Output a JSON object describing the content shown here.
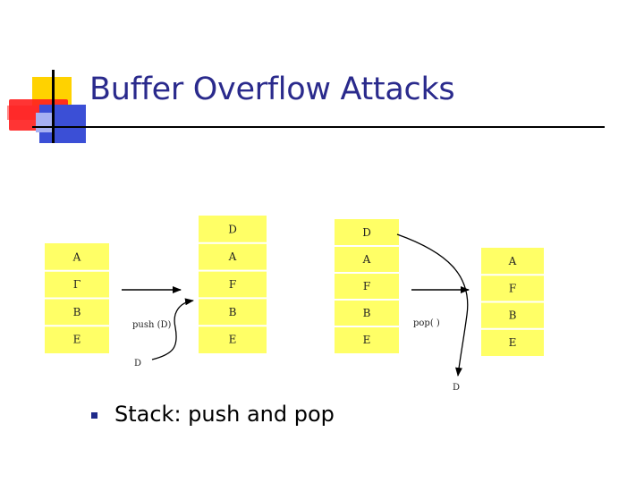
{
  "title": "Buffer Overflow Attacks",
  "stacks": {
    "initial": [
      "A",
      "Γ",
      "B",
      "E"
    ],
    "after_push": [
      "D",
      "A",
      "F",
      "B",
      "E"
    ],
    "before_pop": [
      "D",
      "A",
      "F",
      "B",
      "E"
    ],
    "after_pop": [
      "A",
      "F",
      "B",
      "E"
    ]
  },
  "operations": {
    "push_label": "push (D)",
    "pushed_item": "D",
    "pop_label": "pop( )",
    "popped_item": "D"
  },
  "bullet": "Stack: push and pop",
  "colors": {
    "title": "#2a2a8c",
    "cell_fill": "#ffff66",
    "bullet": "#1f2a8a"
  }
}
